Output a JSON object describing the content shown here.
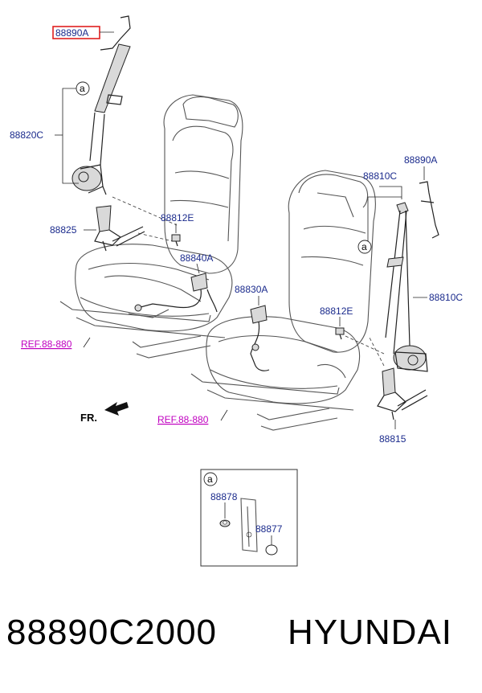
{
  "callouts": {
    "belt_anchor_highlight": "88890A",
    "belt_anchor_right": "88890A",
    "front_belt_left": "88820C",
    "front_belt_right_top": "88810C",
    "front_belt_right_side": "88810C",
    "buckle_left": "88825",
    "bolt_left": "88812E",
    "bolt_right": "88812E",
    "sensor_left": "88840A",
    "sensor_right": "88830A",
    "buckle_right": "88815",
    "detail_part_1": "88878",
    "detail_part_2": "88877",
    "ref_left": "REF.88-880",
    "ref_right": "REF.88-880",
    "circle_a_1": "a",
    "circle_a_2": "a",
    "circle_a_detail": "a",
    "front_direction": "FR."
  },
  "colors": {
    "callout_text": "#1a2a8c",
    "reference_text": "#c000c0",
    "highlight_box": "#e02020"
  },
  "footer": {
    "part_number": "88890C2000",
    "brand": "HYUNDAI"
  }
}
